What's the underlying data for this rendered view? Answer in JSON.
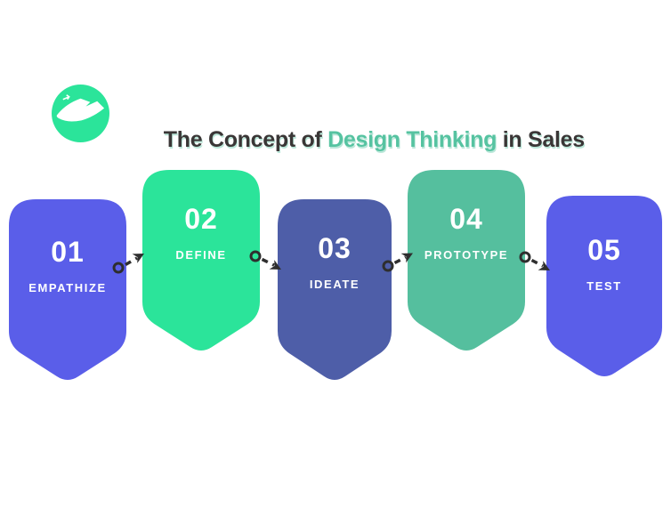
{
  "page": {
    "background": "#ffffff"
  },
  "header": {
    "logo_icon": "paper-plane-logo",
    "logo_color": "#2be49a",
    "title_full": "The Concept of Design Thinking in Sales",
    "title_parts": [
      {
        "text": "The Concept of ",
        "color": "#3a3636"
      },
      {
        "text": "Design Thinking",
        "color": "#56c3a1"
      },
      {
        "text": " in Sales",
        "color": "#3a3636"
      }
    ]
  },
  "steps": [
    {
      "number": "01",
      "label": "EMPATHIZE",
      "color": "#5a5ee9",
      "text_color": "#ffffff"
    },
    {
      "number": "02",
      "label": "DEFINE",
      "color": "#2be49a",
      "text_color": "#ffffff"
    },
    {
      "number": "03",
      "label": "IDEATE",
      "color": "#4e5ea8",
      "text_color": "#ffffff"
    },
    {
      "number": "04",
      "label": "PROTOTYPE",
      "color": "#55bf9e",
      "text_color": "#ffffff"
    },
    {
      "number": "05",
      "label": "TEST",
      "color": "#5a5ee9",
      "text_color": "#ffffff"
    }
  ],
  "connectors": {
    "color": "#2e2e2e",
    "count": 4,
    "style": "dashed-arrow-with-circle-start"
  }
}
